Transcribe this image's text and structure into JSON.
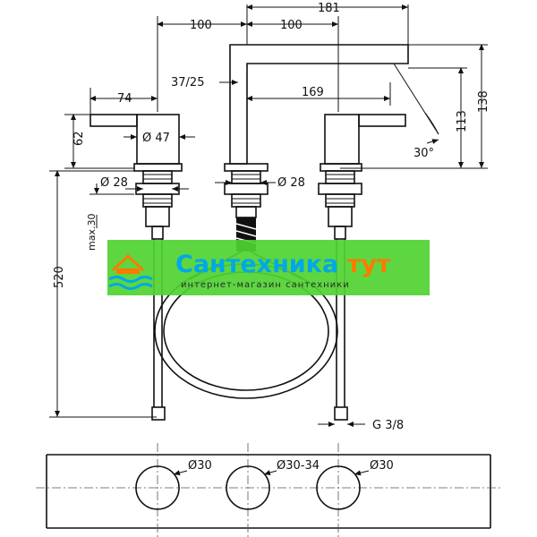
{
  "dimensions": {
    "top_left_width": "100",
    "top_right_width": "100",
    "overall_width": "181",
    "spout_reach": "169",
    "handle_length": "74",
    "thread_angle": "37/25",
    "handle_diameter": "Ø 47",
    "handle_height": "62",
    "left_shank_diameter": "Ø 28",
    "center_shank_diameter": "Ø 28",
    "max_thickness": "max.30",
    "hose_length": "520",
    "spout_height_inner": "113",
    "spout_height_outer": "138",
    "spout_angle": "30°",
    "connection": "G 3/8"
  },
  "holes": {
    "left": "Ø30",
    "center": "Ø30-34",
    "right": "Ø30"
  },
  "watermark": {
    "title_part1": "Сантехника",
    "title_part2": " тут",
    "subtitle": "интернет-магазин сантехники",
    "color_bg": "#4fd331",
    "color_title": "#00a8e8",
    "color_title2": "#ff7a00"
  }
}
